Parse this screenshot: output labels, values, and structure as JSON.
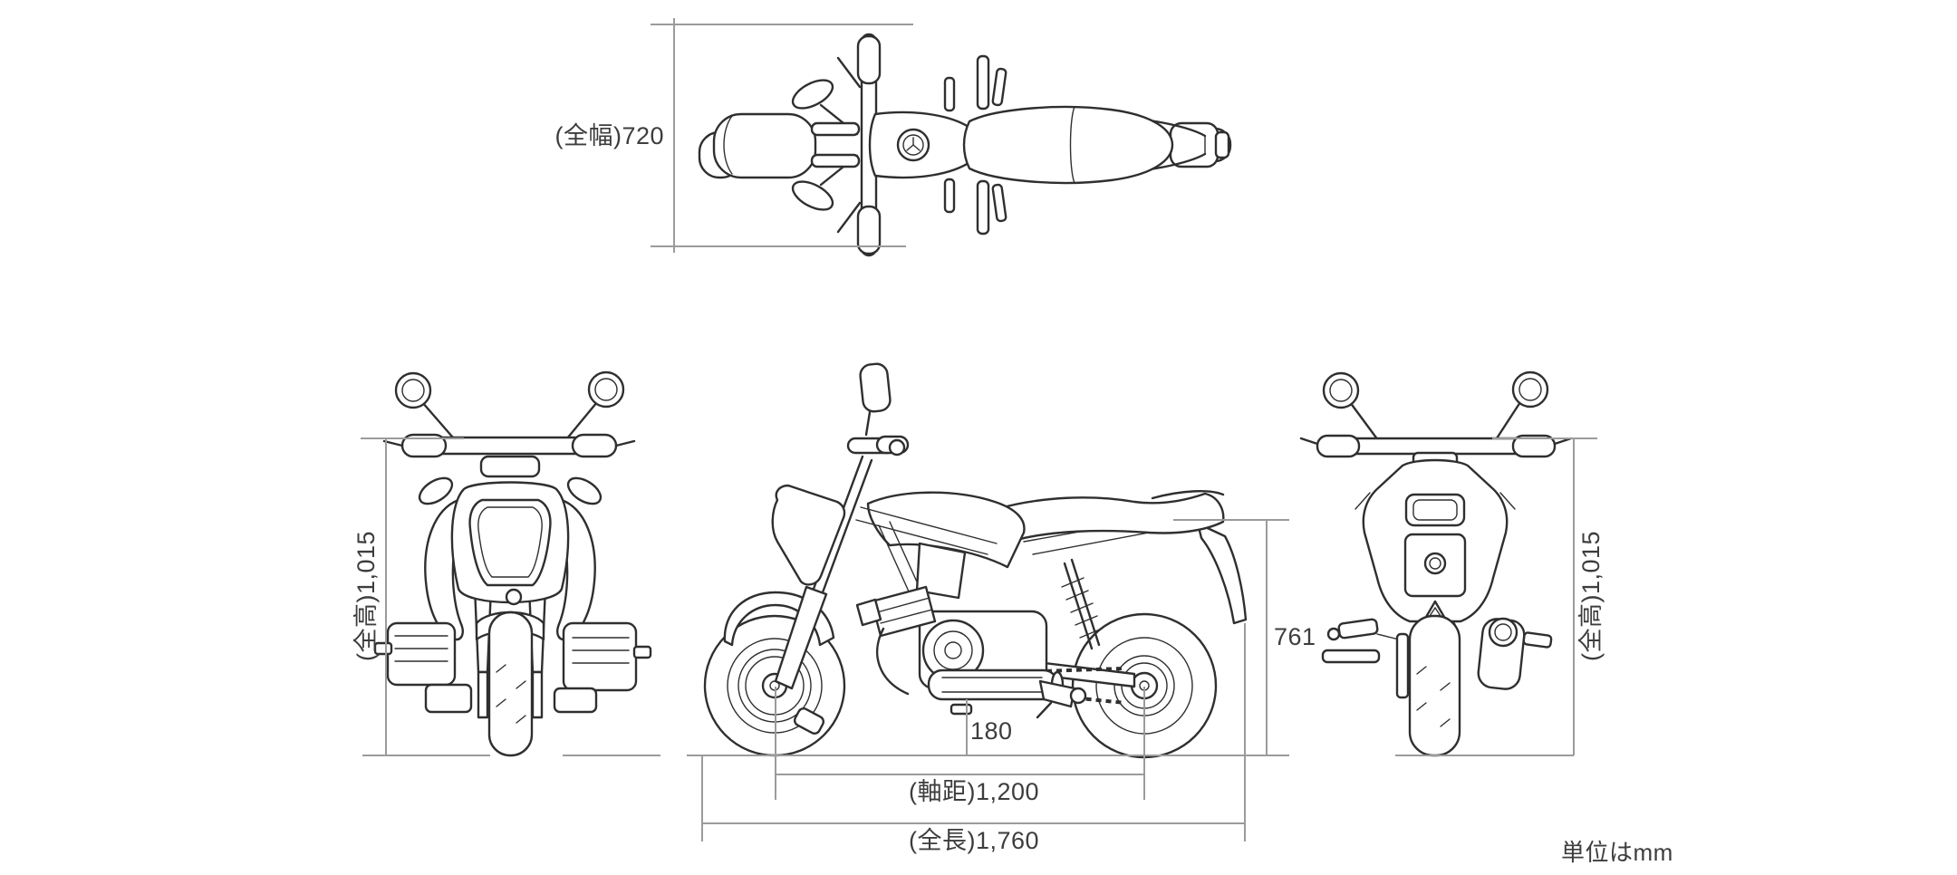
{
  "colors": {
    "background": "#ffffff",
    "art_line": "#2f2f2f",
    "dimension_line": "#9b9b9b",
    "text": "#3d3d3d"
  },
  "labels": {
    "overall_width": "(全幅)720",
    "overall_height_front": "(全高)1,015",
    "overall_height_rear": "(全高)1,015",
    "seat_height": "761",
    "ground_clearance": "180",
    "wheelbase": "(軸距)1,200",
    "overall_length": "(全長)1,760",
    "units_note": "単位はmm"
  }
}
